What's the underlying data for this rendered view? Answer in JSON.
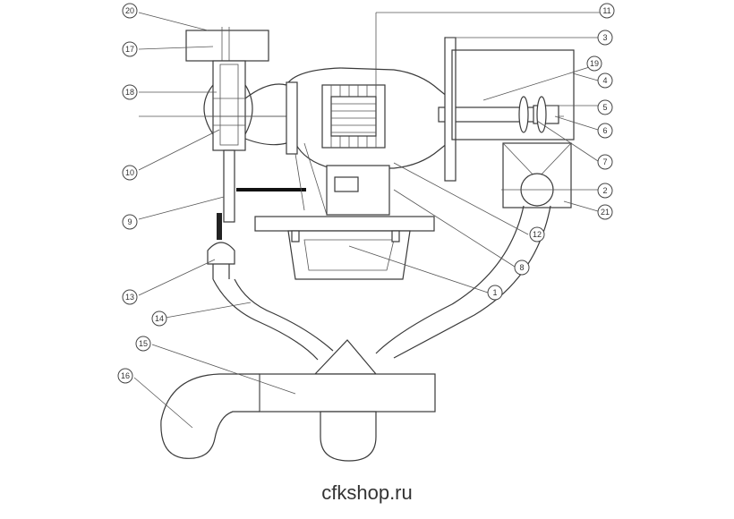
{
  "watermark": "cfkshop.ru",
  "callouts": [
    {
      "id": "c20",
      "label": "20"
    },
    {
      "id": "c17",
      "label": "17"
    },
    {
      "id": "c18",
      "label": "18"
    },
    {
      "id": "c10",
      "label": "10"
    },
    {
      "id": "c9",
      "label": "9"
    },
    {
      "id": "c13",
      "label": "13"
    },
    {
      "id": "c14",
      "label": "14"
    },
    {
      "id": "c15",
      "label": "15"
    },
    {
      "id": "c16",
      "label": "16"
    },
    {
      "id": "c11",
      "label": "11"
    },
    {
      "id": "c3",
      "label": "3"
    },
    {
      "id": "c19",
      "label": "19"
    },
    {
      "id": "c4",
      "label": "4"
    },
    {
      "id": "c5",
      "label": "5"
    },
    {
      "id": "c6",
      "label": "6"
    },
    {
      "id": "c7",
      "label": "7"
    },
    {
      "id": "c2",
      "label": "2"
    },
    {
      "id": "c21",
      "label": "21"
    },
    {
      "id": "c12",
      "label": "12"
    },
    {
      "id": "c8",
      "label": "8"
    },
    {
      "id": "c1",
      "label": "1"
    }
  ]
}
